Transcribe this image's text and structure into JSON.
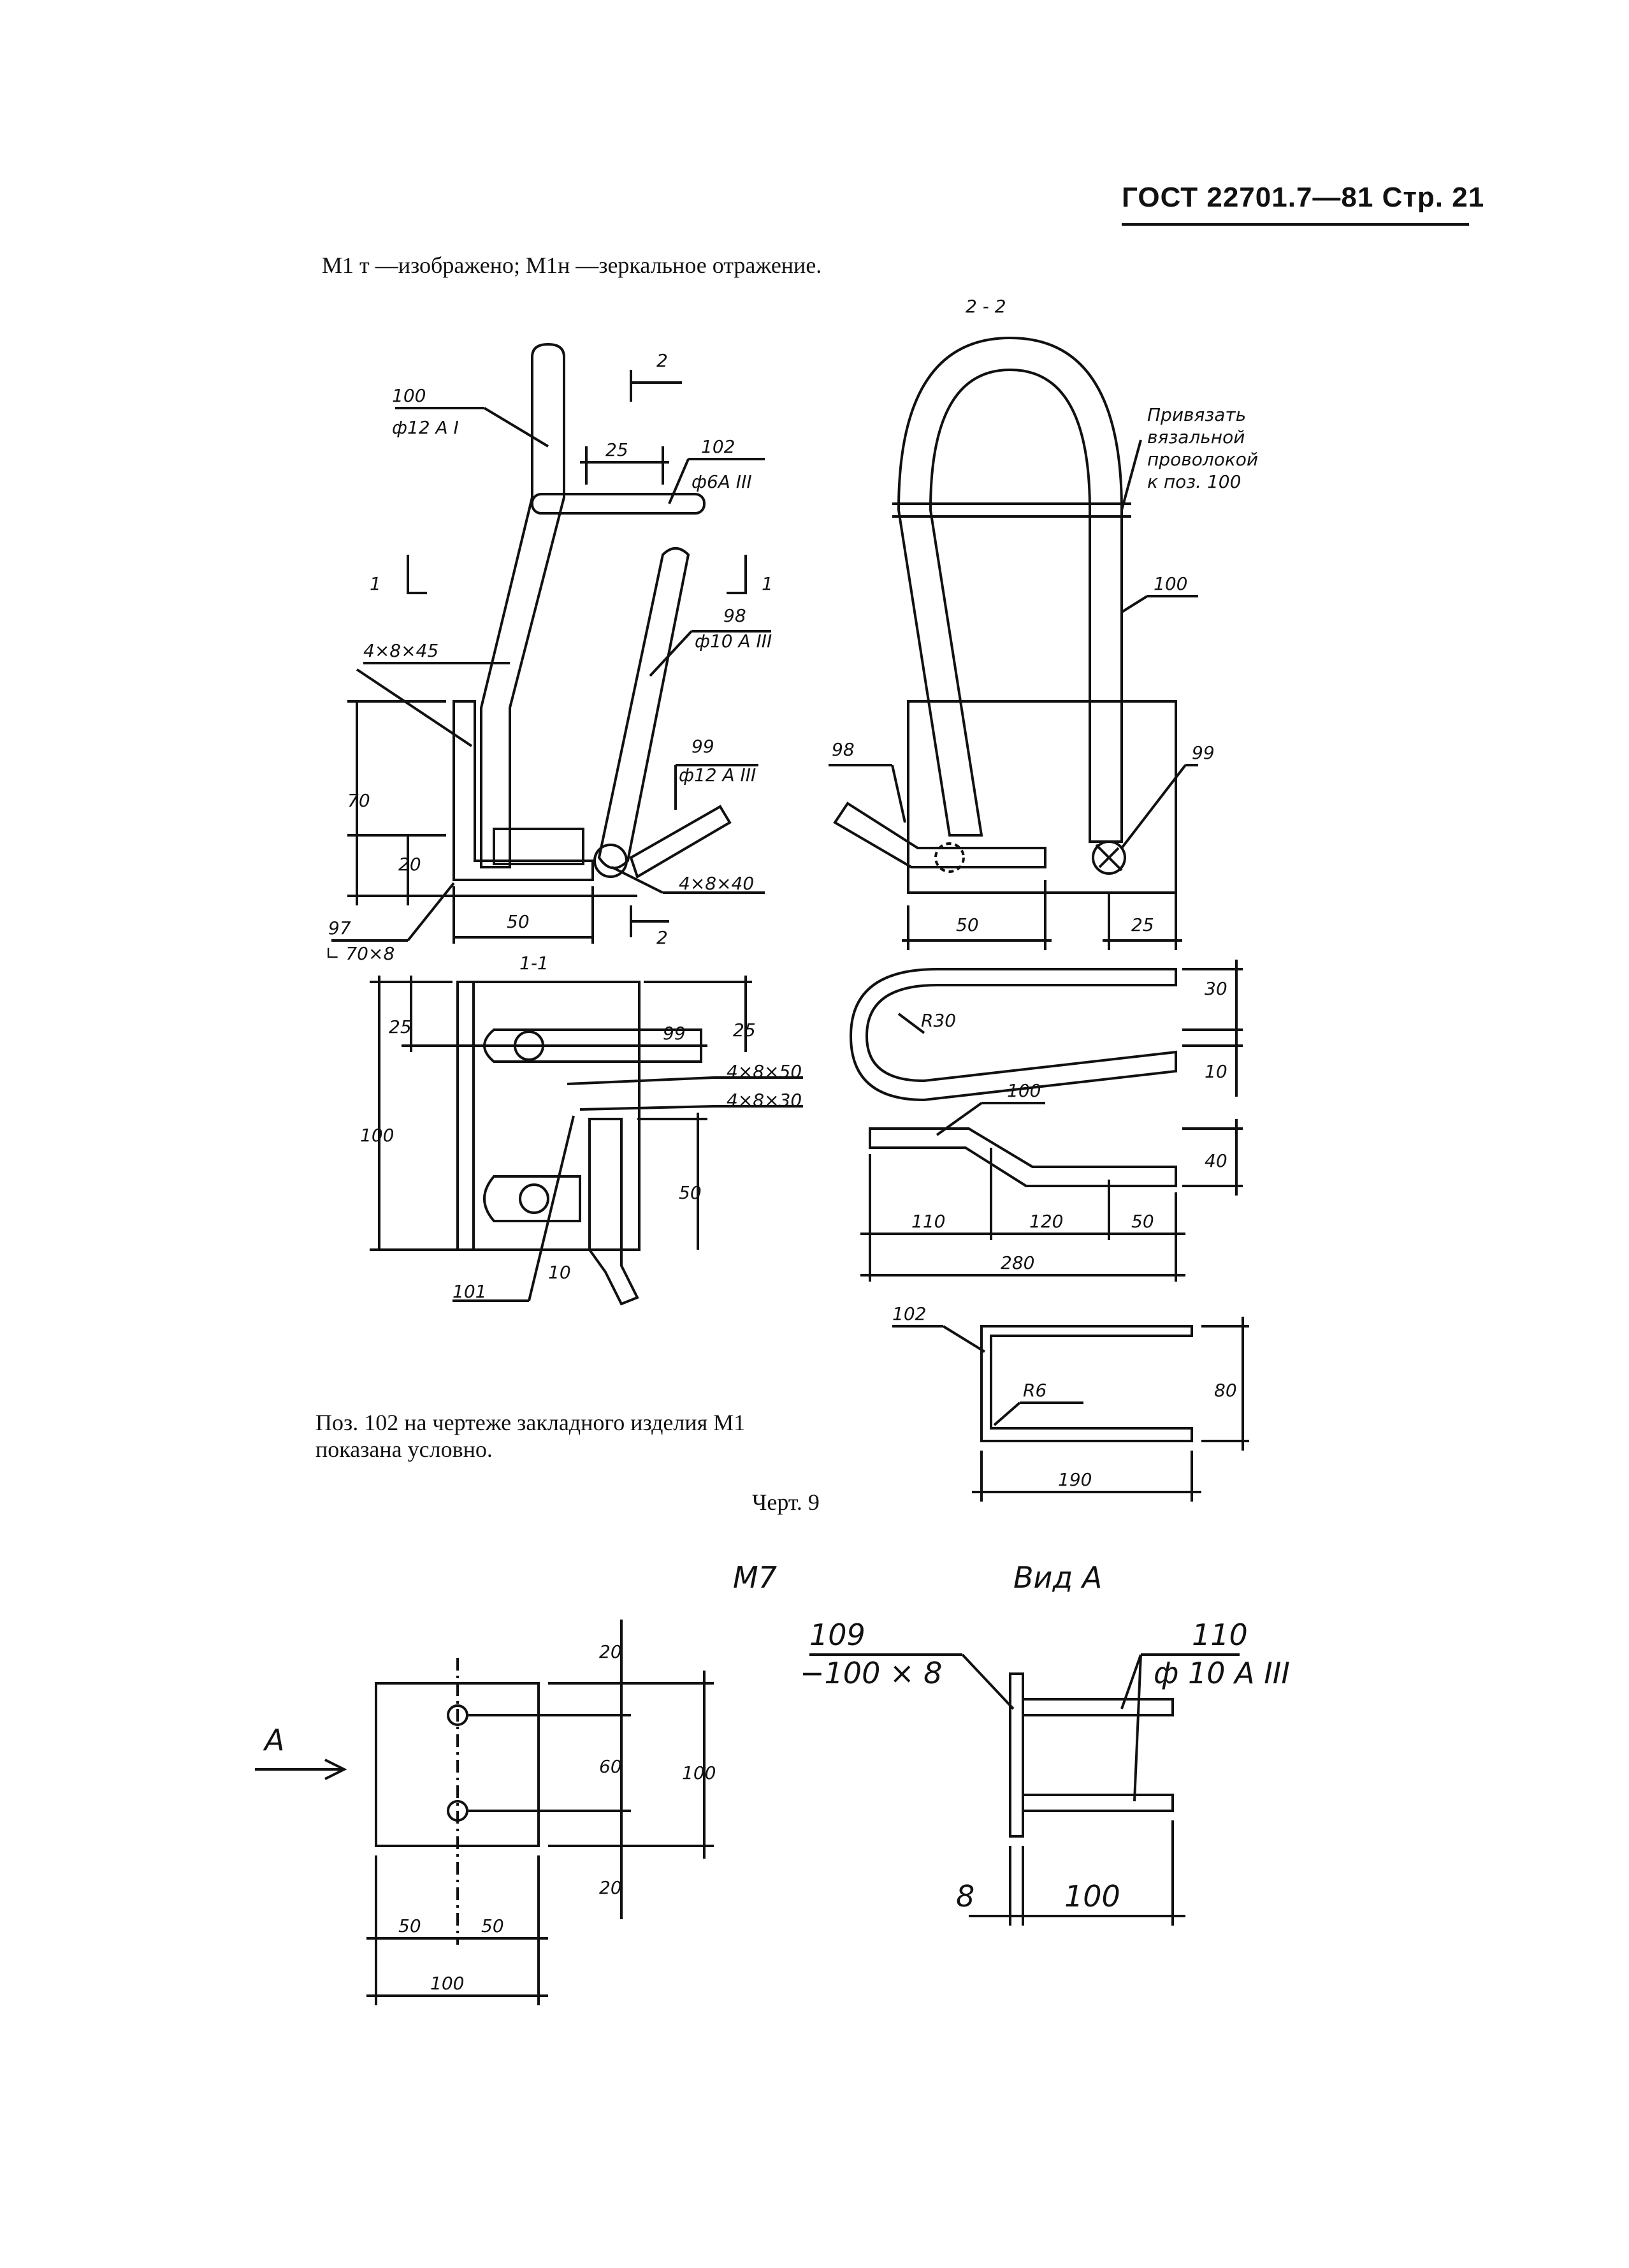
{
  "header": {
    "standard": "ГОСТ 22701.7—81 Стр. 21"
  },
  "intro_note": {
    "text": "M1 т —изображено; M1н —зеркальное отражение."
  },
  "figure_top": {
    "section_labels": {
      "s22": "2 - 2",
      "s11": "1-1",
      "cut2": "2",
      "cut1": "1"
    },
    "callouts": {
      "p100": "100",
      "p100_spec": "ф12 A I",
      "p102": "102",
      "p102_spec": "ф6A III",
      "p98": "98",
      "p98_spec": "ф10 A III",
      "p99": "99",
      "p99_spec": "ф12 A III",
      "p97": "97",
      "p97_spec": "∟ 70×8",
      "p101": "101",
      "weld1": "4×8×45",
      "weld2": "4×8×40",
      "weld3": "4×8×50",
      "weld4": "4×8×30",
      "tie": [
        "Привязать",
        "вязальной",
        "проволокой",
        "к поз. 100"
      ],
      "r30": "R30",
      "r6": "R6"
    },
    "dims": {
      "d25": "25",
      "d70": "70",
      "d20": "20",
      "d50": "50",
      "d100": "100",
      "d10": "10",
      "d30": "30",
      "d40": "40",
      "d110": "110",
      "d120": "120",
      "d280": "280",
      "d80": "80",
      "d190": "190"
    },
    "note": "Поз. 102 на чертеже закладного изделия M1 показана условно.",
    "caption": "Черт. 9"
  },
  "figure_bottom": {
    "title_left": "M7",
    "title_right": "Вид A",
    "arrow_label": "A",
    "p109": "109",
    "p109_spec": "−100 × 8",
    "p110": "110",
    "p110_spec": "ф 10 A III",
    "dims": {
      "d20": "20",
      "d60": "60",
      "d100": "100",
      "d50": "50",
      "d8": "8"
    }
  }
}
